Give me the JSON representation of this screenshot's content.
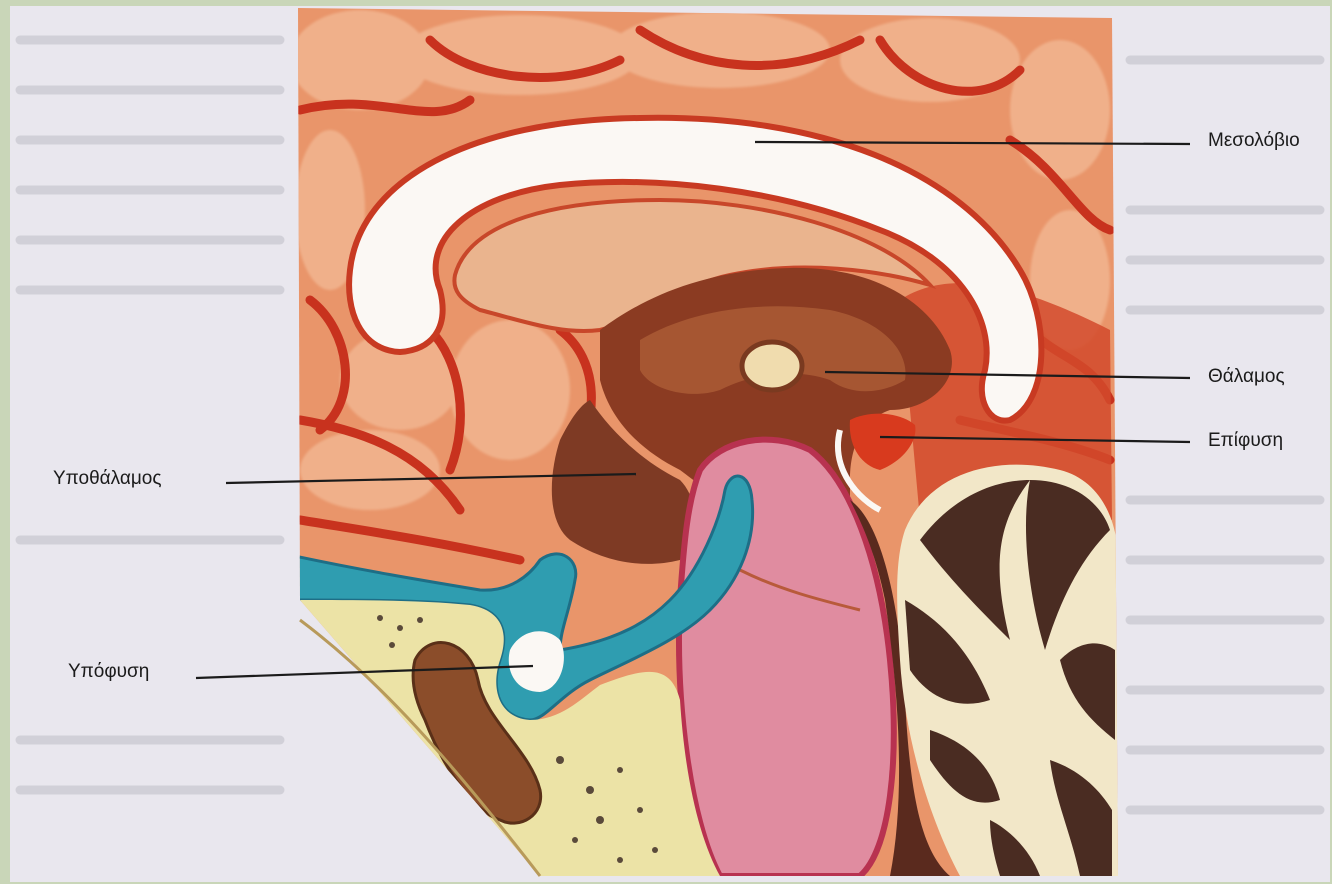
{
  "labels": {
    "corpus_callosum": "Μεσολόβιο",
    "thalamus": "Θάλαμος",
    "pineal": "Επίφυση",
    "hypothalamus": "Υποθάλαμος",
    "pituitary": "Υπόφυση"
  }
}
